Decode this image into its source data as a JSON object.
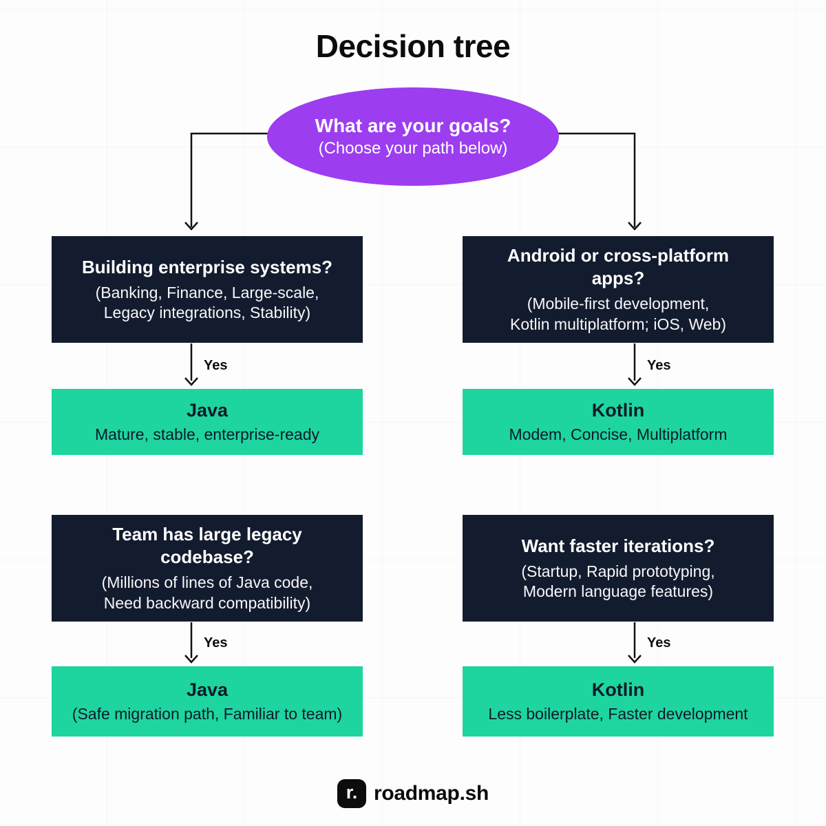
{
  "page": {
    "title": "Decision tree"
  },
  "root_node": {
    "question": "What are your goals?",
    "hint": "(Choose your path below)"
  },
  "columns": [
    {
      "name": "java-path",
      "question1": {
        "title_lines": [
          "Building enterprise systems?"
        ],
        "sub_lines": [
          "(Banking, Finance, Large-scale,",
          "Legacy integrations, Stability)"
        ]
      },
      "edge1": "Yes",
      "answer1": {
        "title": "Java",
        "sub_lines": [
          "Mature, stable, enterprise-ready"
        ]
      },
      "question2": {
        "title_lines": [
          "Team has large legacy",
          "codebase?"
        ],
        "sub_lines": [
          "(Millions of lines of Java code,",
          "Need backward compatibility)"
        ]
      },
      "edge2": "Yes",
      "answer2": {
        "title": "Java",
        "sub_lines": [
          "(Safe migration path, Familiar to team)"
        ]
      }
    },
    {
      "name": "kotlin-path",
      "question1": {
        "title_lines": [
          "Android or cross-platform",
          "apps?"
        ],
        "sub_lines": [
          "(Mobile-first development,",
          "Kotlin multiplatform; iOS, Web)"
        ]
      },
      "edge1": "Yes",
      "answer1": {
        "title": "Kotlin",
        "sub_lines": [
          "Modem, Concise, Multiplatform"
        ]
      },
      "question2": {
        "title_lines": [
          "Want faster iterations?"
        ],
        "sub_lines": [
          "(Startup, Rapid prototyping,",
          "Modern language features)"
        ]
      },
      "edge2": "Yes",
      "answer2": {
        "title": "Kotlin",
        "sub_lines": [
          "Less boilerplate, Faster development"
        ]
      }
    }
  ],
  "footer": {
    "logo_text": "r.",
    "brand": "roadmap.sh"
  },
  "colors": {
    "purple": "#9c3df0",
    "dark_navy": "#131c2e",
    "green": "#1ed5a0",
    "line": "#111111",
    "background": "#fdfdfd"
  }
}
